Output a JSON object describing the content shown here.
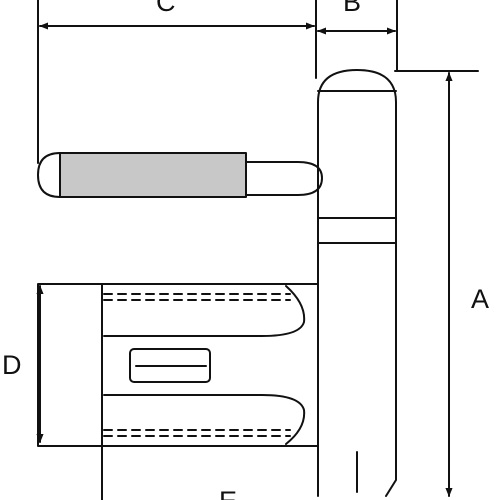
{
  "diagram": {
    "colors": {
      "line": "#111111",
      "shaded": "#c8c8c8",
      "background": "#ffffff"
    },
    "dimensions": {
      "a": "A",
      "b": "B",
      "c": "C",
      "d": "D",
      "e": "E"
    }
  }
}
